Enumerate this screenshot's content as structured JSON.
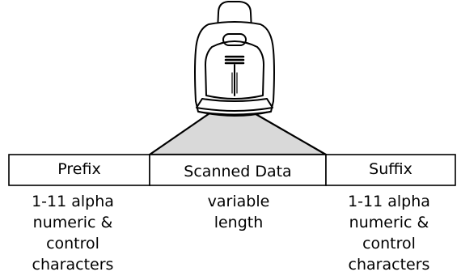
{
  "columns": [
    {
      "label": "Prefix",
      "description": "1-11 alpha\nnumeric &\ncontrol\ncharacters"
    },
    {
      "label": "Scanned Data",
      "description": "variable\nlength"
    },
    {
      "label": "Suffix",
      "description": "1-11 alpha\nnumeric &\ncontrol\ncharacters"
    }
  ],
  "colors": {
    "stroke": "#000000",
    "beam_fill": "#d9d9d9",
    "background": "#ffffff"
  },
  "icons": {
    "scanner": "barcode-scanner-icon"
  }
}
